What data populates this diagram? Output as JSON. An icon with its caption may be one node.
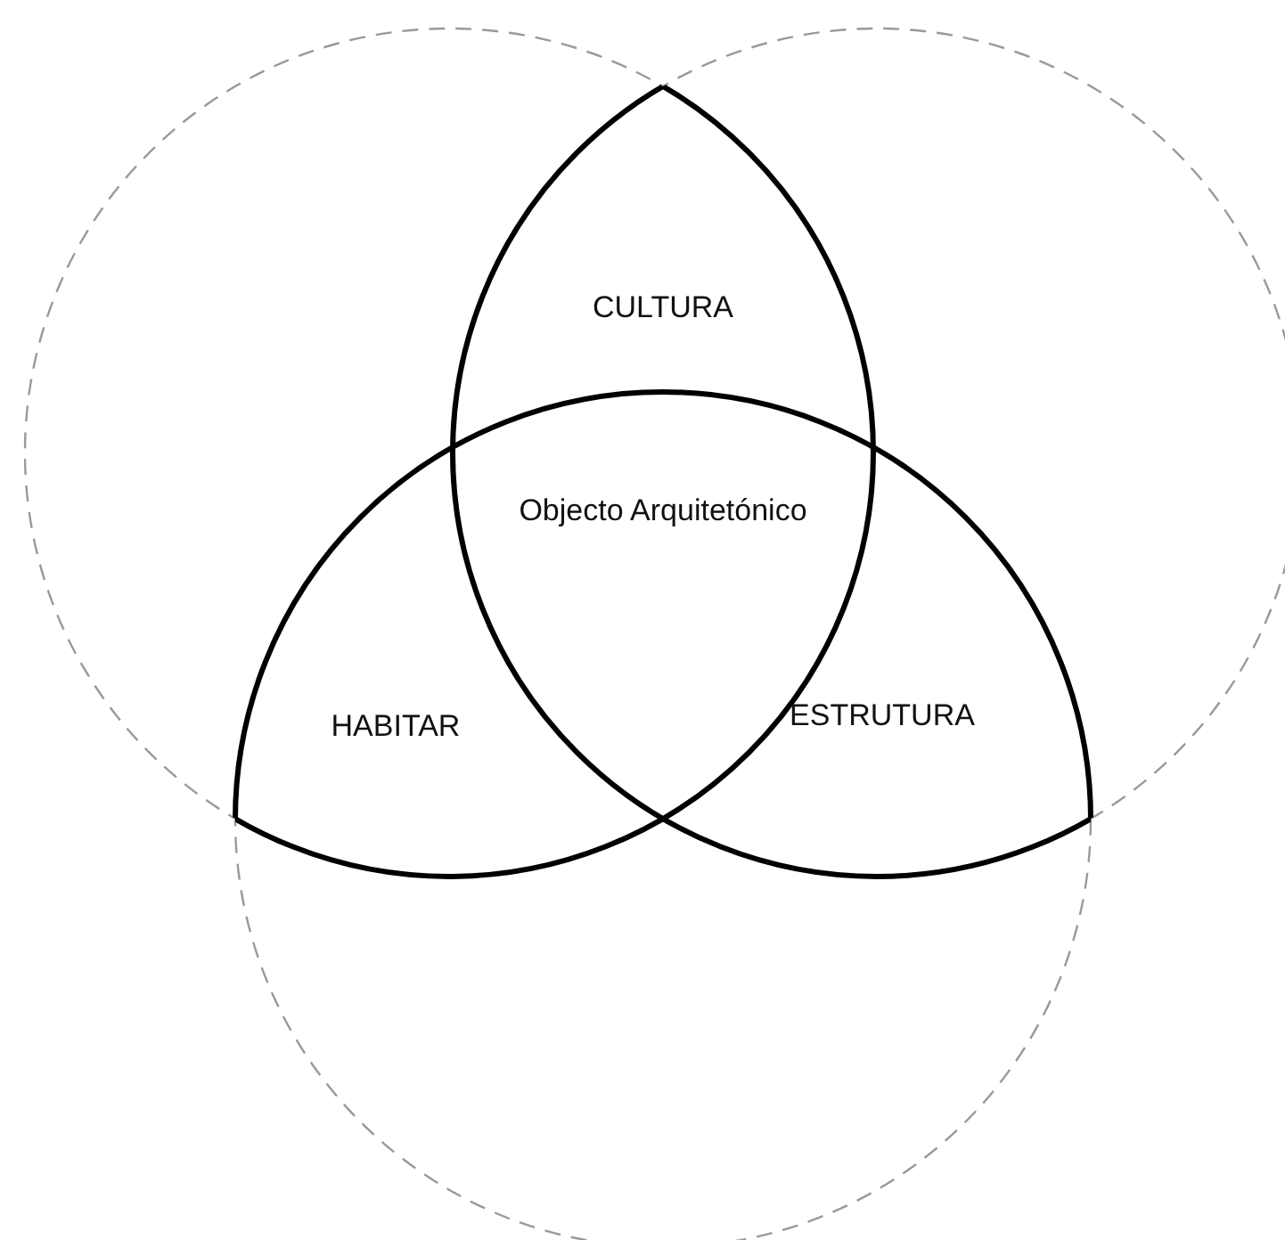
{
  "diagram": {
    "nodes": [
      {
        "text": [
          "CULTURA"
        ]
      },
      {
        "text": [
          "Objecto Arquitetónico"
        ]
      },
      {
        "text": [
          "HABITAR"
        ]
      },
      {
        "text": [
          "ESTRUTURA"
        ]
      }
    ],
    "edges": []
  }
}
